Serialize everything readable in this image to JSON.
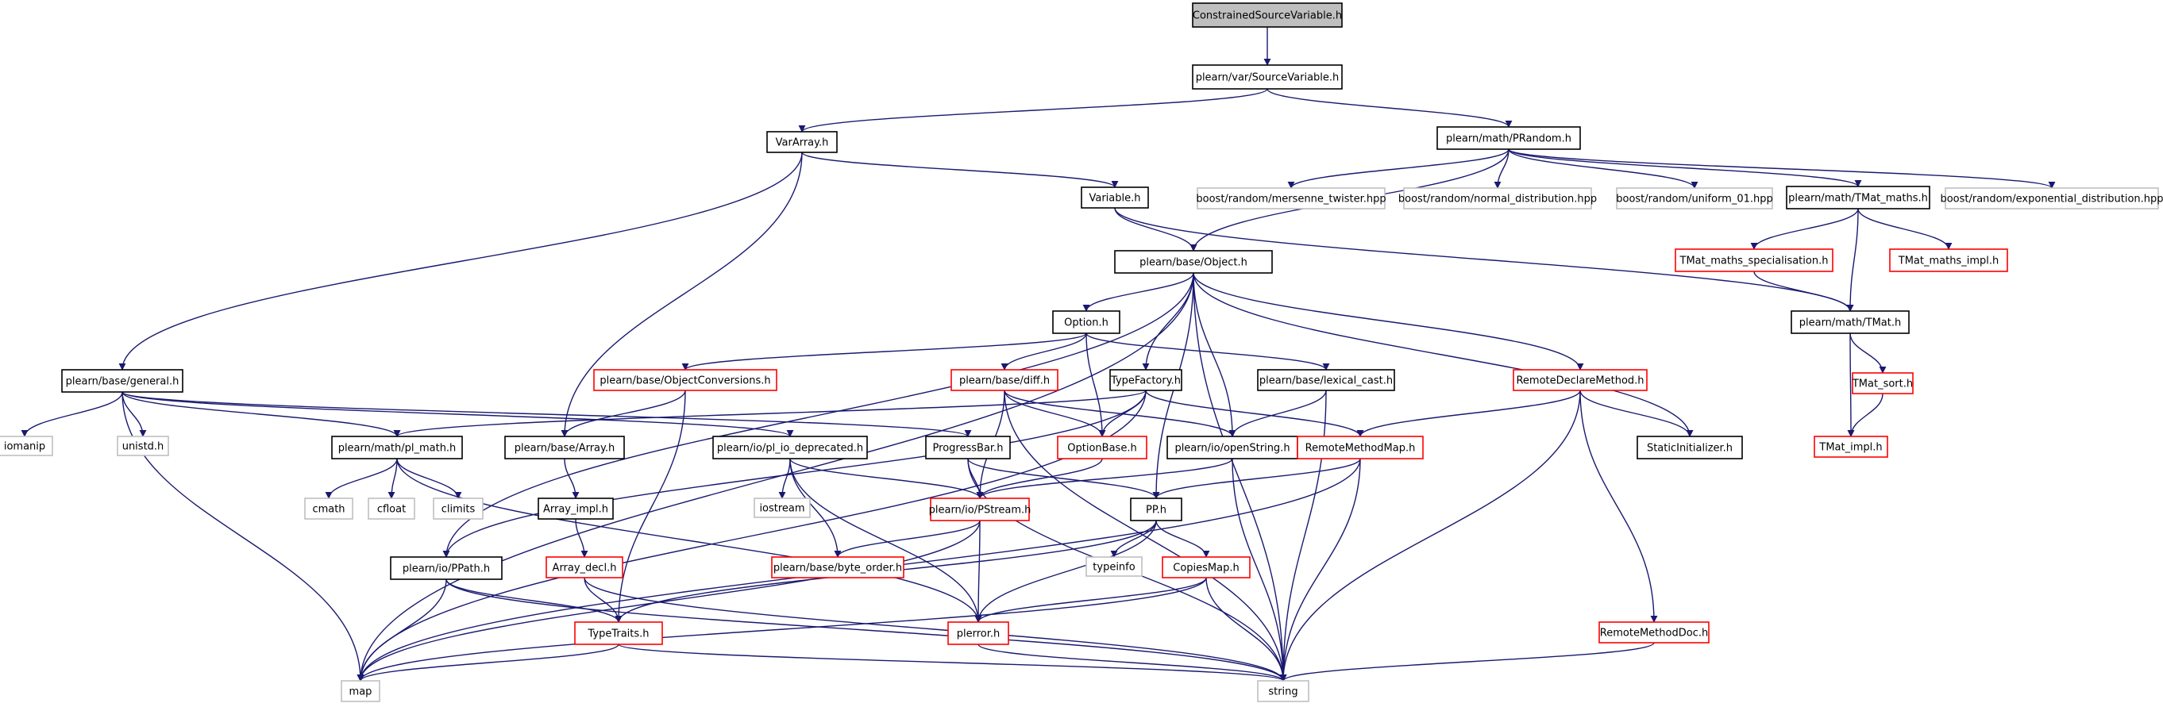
{
  "colors": {
    "edge": "#191970",
    "border_normal": "#000000",
    "border_truncated": "#ff0000",
    "border_external": "#bfbfbf",
    "fill_root": "#bfbfbf",
    "fill_node": "#ffffff"
  },
  "nodes": [
    {
      "id": "n0",
      "label": "ConstrainedSourceVariable.h",
      "kind": "root"
    },
    {
      "id": "n1",
      "label": "plearn/var/SourceVariable.h",
      "kind": "normal"
    },
    {
      "id": "n2",
      "label": "VarArray.h",
      "kind": "normal"
    },
    {
      "id": "n3",
      "label": "plearn/math/PRandom.h",
      "kind": "normal"
    },
    {
      "id": "n4",
      "label": "Variable.h",
      "kind": "normal"
    },
    {
      "id": "n5",
      "label": "boost/random/mersenne_twister.hpp",
      "kind": "external"
    },
    {
      "id": "n6",
      "label": "boost/random/normal_distribution.hpp",
      "kind": "external"
    },
    {
      "id": "n7",
      "label": "boost/random/uniform_01.hpp",
      "kind": "external"
    },
    {
      "id": "n8",
      "label": "plearn/math/TMat_maths.h",
      "kind": "normal"
    },
    {
      "id": "n9",
      "label": "boost/random/exponential_distribution.hpp",
      "kind": "external"
    },
    {
      "id": "n10",
      "label": "plearn/base/Object.h",
      "kind": "normal"
    },
    {
      "id": "n11",
      "label": "TMat_maths_specialisation.h",
      "kind": "truncated"
    },
    {
      "id": "n12",
      "label": "TMat_maths_impl.h",
      "kind": "truncated"
    },
    {
      "id": "n13",
      "label": "plearn/math/TMat.h",
      "kind": "normal"
    },
    {
      "id": "n14",
      "label": "Option.h",
      "kind": "normal"
    },
    {
      "id": "n15",
      "label": "plearn/base/ObjectConversions.h",
      "kind": "truncated"
    },
    {
      "id": "n16",
      "label": "plearn/base/diff.h",
      "kind": "truncated"
    },
    {
      "id": "n17",
      "label": "TypeFactory.h",
      "kind": "normal"
    },
    {
      "id": "n18",
      "label": "plearn/base/lexical_cast.h",
      "kind": "normal"
    },
    {
      "id": "n19",
      "label": "RemoteDeclareMethod.h",
      "kind": "truncated"
    },
    {
      "id": "n20",
      "label": "TMat_sort.h",
      "kind": "truncated"
    },
    {
      "id": "n21",
      "label": "TMat_impl.h",
      "kind": "truncated"
    },
    {
      "id": "n22",
      "label": "plearn/base/general.h",
      "kind": "normal"
    },
    {
      "id": "n23",
      "label": "iomanip",
      "kind": "external"
    },
    {
      "id": "n24",
      "label": "unistd.h",
      "kind": "external"
    },
    {
      "id": "n25",
      "label": "plearn/math/pl_math.h",
      "kind": "normal"
    },
    {
      "id": "n26",
      "label": "plearn/base/Array.h",
      "kind": "normal"
    },
    {
      "id": "n27",
      "label": "plearn/io/pl_io_deprecated.h",
      "kind": "normal"
    },
    {
      "id": "n28",
      "label": "ProgressBar.h",
      "kind": "normal"
    },
    {
      "id": "n29",
      "label": "OptionBase.h",
      "kind": "truncated"
    },
    {
      "id": "n30",
      "label": "plearn/io/openString.h",
      "kind": "normal"
    },
    {
      "id": "n31",
      "label": "RemoteMethodMap.h",
      "kind": "truncated"
    },
    {
      "id": "n32",
      "label": "StaticInitializer.h",
      "kind": "normal"
    },
    {
      "id": "n33",
      "label": "cmath",
      "kind": "external"
    },
    {
      "id": "n34",
      "label": "cfloat",
      "kind": "external"
    },
    {
      "id": "n35",
      "label": "climits",
      "kind": "external"
    },
    {
      "id": "n36",
      "label": "Array_impl.h",
      "kind": "normal"
    },
    {
      "id": "n37",
      "label": "iostream",
      "kind": "external"
    },
    {
      "id": "n38",
      "label": "plearn/io/PStream.h",
      "kind": "truncated"
    },
    {
      "id": "n39",
      "label": "PP.h",
      "kind": "normal"
    },
    {
      "id": "n40",
      "label": "plearn/io/PPath.h",
      "kind": "normal"
    },
    {
      "id": "n41",
      "label": "Array_decl.h",
      "kind": "truncated"
    },
    {
      "id": "n42",
      "label": "plearn/base/byte_order.h",
      "kind": "truncated"
    },
    {
      "id": "n43",
      "label": "typeinfo",
      "kind": "external"
    },
    {
      "id": "n44",
      "label": "CopiesMap.h",
      "kind": "truncated"
    },
    {
      "id": "n45",
      "label": "TypeTraits.h",
      "kind": "truncated"
    },
    {
      "id": "n46",
      "label": "plerror.h",
      "kind": "truncated"
    },
    {
      "id": "n47",
      "label": "RemoteMethodDoc.h",
      "kind": "truncated"
    },
    {
      "id": "n48",
      "label": "map",
      "kind": "external"
    },
    {
      "id": "n49",
      "label": "string",
      "kind": "external"
    }
  ],
  "edges": [
    [
      "n0",
      "n1"
    ],
    [
      "n1",
      "n2"
    ],
    [
      "n1",
      "n3"
    ],
    [
      "n2",
      "n4"
    ],
    [
      "n2",
      "n22"
    ],
    [
      "n2",
      "n26"
    ],
    [
      "n3",
      "n10"
    ],
    [
      "n3",
      "n5"
    ],
    [
      "n3",
      "n6"
    ],
    [
      "n3",
      "n7"
    ],
    [
      "n3",
      "n8"
    ],
    [
      "n3",
      "n9"
    ],
    [
      "n4",
      "n10"
    ],
    [
      "n4",
      "n13"
    ],
    [
      "n8",
      "n11"
    ],
    [
      "n8",
      "n12"
    ],
    [
      "n8",
      "n13"
    ],
    [
      "n11",
      "n13"
    ],
    [
      "n13",
      "n20"
    ],
    [
      "n13",
      "n21"
    ],
    [
      "n20",
      "n21"
    ],
    [
      "n10",
      "n14"
    ],
    [
      "n10",
      "n17"
    ],
    [
      "n10",
      "n30"
    ],
    [
      "n10",
      "n19"
    ],
    [
      "n10",
      "n32"
    ],
    [
      "n10",
      "n39"
    ],
    [
      "n10",
      "n40"
    ],
    [
      "n10",
      "n48"
    ],
    [
      "n10",
      "n49"
    ],
    [
      "n14",
      "n15"
    ],
    [
      "n14",
      "n16"
    ],
    [
      "n14",
      "n18"
    ],
    [
      "n14",
      "n29"
    ],
    [
      "n15",
      "n26"
    ],
    [
      "n15",
      "n45"
    ],
    [
      "n16",
      "n29"
    ],
    [
      "n16",
      "n30"
    ],
    [
      "n16",
      "n38"
    ],
    [
      "n16",
      "n49"
    ],
    [
      "n17",
      "n25"
    ],
    [
      "n17",
      "n29"
    ],
    [
      "n17",
      "n31"
    ],
    [
      "n17",
      "n40"
    ],
    [
      "n17",
      "n48"
    ],
    [
      "n18",
      "n30"
    ],
    [
      "n18",
      "n49"
    ],
    [
      "n19",
      "n31"
    ],
    [
      "n19",
      "n32"
    ],
    [
      "n19",
      "n47"
    ],
    [
      "n19",
      "n49"
    ],
    [
      "n22",
      "n23"
    ],
    [
      "n22",
      "n24"
    ],
    [
      "n22",
      "n25"
    ],
    [
      "n22",
      "n27"
    ],
    [
      "n22",
      "n28"
    ],
    [
      "n22",
      "n48"
    ],
    [
      "n25",
      "n33"
    ],
    [
      "n25",
      "n34"
    ],
    [
      "n25",
      "n35"
    ],
    [
      "n25",
      "n46"
    ],
    [
      "n26",
      "n36"
    ],
    [
      "n36",
      "n41"
    ],
    [
      "n41",
      "n45"
    ],
    [
      "n41",
      "n49"
    ],
    [
      "n27",
      "n37"
    ],
    [
      "n27",
      "n38"
    ],
    [
      "n27",
      "n42"
    ],
    [
      "n27",
      "n46"
    ],
    [
      "n28",
      "n38"
    ],
    [
      "n28",
      "n39"
    ],
    [
      "n28",
      "n49"
    ],
    [
      "n29",
      "n38"
    ],
    [
      "n30",
      "n38"
    ],
    [
      "n30",
      "n49"
    ],
    [
      "n31",
      "n39"
    ],
    [
      "n31",
      "n48"
    ],
    [
      "n31",
      "n49"
    ],
    [
      "n38",
      "n42"
    ],
    [
      "n38",
      "n46"
    ],
    [
      "n38",
      "n48"
    ],
    [
      "n39",
      "n43"
    ],
    [
      "n39",
      "n44"
    ],
    [
      "n39",
      "n45"
    ],
    [
      "n39",
      "n46"
    ],
    [
      "n40",
      "n45"
    ],
    [
      "n40",
      "n48"
    ],
    [
      "n40",
      "n49"
    ],
    [
      "n44",
      "n46"
    ],
    [
      "n44",
      "n48"
    ],
    [
      "n44",
      "n49"
    ],
    [
      "n45",
      "n48"
    ],
    [
      "n45",
      "n49"
    ],
    [
      "n46",
      "n49"
    ],
    [
      "n47",
      "n49"
    ]
  ]
}
